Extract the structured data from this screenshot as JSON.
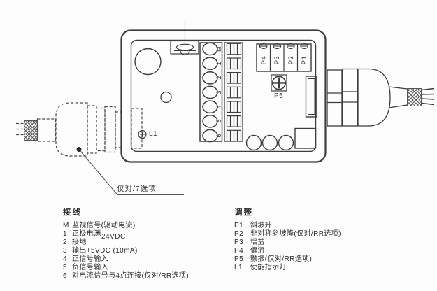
{
  "device": {
    "terminal_labels": [
      "M",
      "1",
      "2",
      "3",
      "4",
      "5",
      "6"
    ],
    "pot_labels": [
      "P4",
      "P3",
      "P2",
      "P1"
    ],
    "p5_label": "P5",
    "l1_label": "L1"
  },
  "callout": {
    "left_gland_note": "仅对/7选项"
  },
  "wiring": {
    "heading": "接线",
    "items": [
      {
        "key": "M",
        "text": "监视信号(驱动电流)"
      },
      {
        "key": "1",
        "text": "正极电源"
      },
      {
        "key": "2",
        "text": "接地"
      },
      {
        "key": "3",
        "text": "输出+5VDC (10mA)"
      },
      {
        "key": "4",
        "text": "正信号输入"
      },
      {
        "key": "5",
        "text": "负信号输入"
      },
      {
        "key": "6",
        "text": "对电流信号与4点连接(仅对/RR选项)"
      }
    ],
    "brace_label": "24VDC"
  },
  "adjust": {
    "heading": "调整",
    "items": [
      {
        "key": "P1",
        "text": "斜坡升"
      },
      {
        "key": "P2",
        "text": "非对称斜坡降(仅对/RR选项)"
      },
      {
        "key": "P3",
        "text": "增益"
      },
      {
        "key": "P4",
        "text": "偏流"
      },
      {
        "key": "P5",
        "text": "颤振(仅对/RR选项)"
      },
      {
        "key": "L1",
        "text": "使能指示灯"
      }
    ]
  },
  "colors": {
    "ink": "#3d3d3d"
  }
}
